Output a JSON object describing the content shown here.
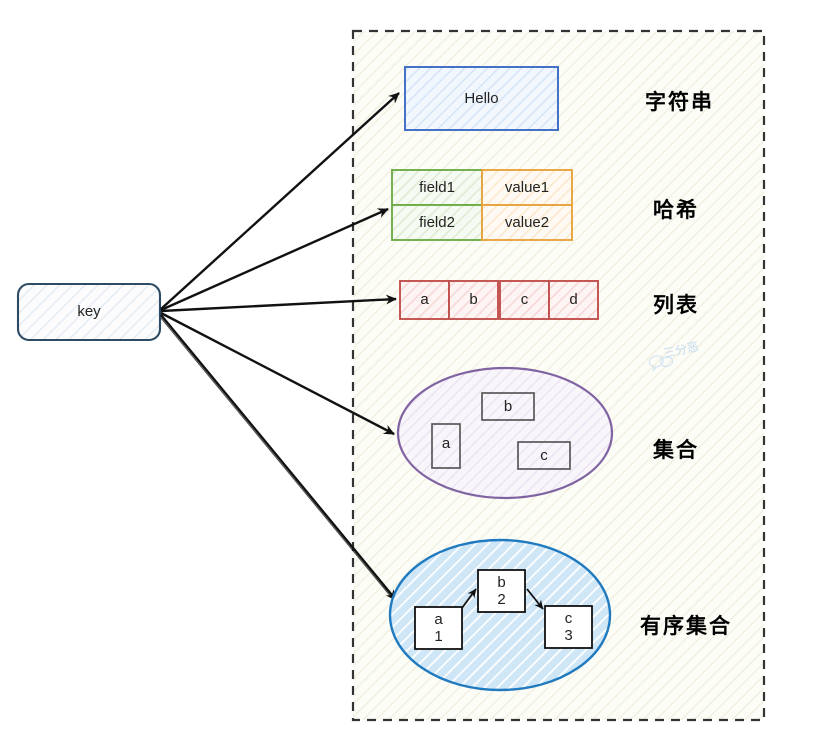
{
  "diagram": {
    "title_hidden": "",
    "key_node": {
      "label": "key"
    },
    "container": {
      "style": "dashed-border"
    },
    "watermark": {
      "text": "三分恶"
    },
    "types": [
      {
        "id": "string",
        "cn_label": "字符串",
        "shape": "rect",
        "color": "#4472c4",
        "fill": "#eaf0fa",
        "values": [
          "Hello"
        ]
      },
      {
        "id": "hash",
        "cn_label": "哈希",
        "shape": "table",
        "field_color": "#70ad47",
        "field_fill": "#eef6e8",
        "value_color": "#e8a33d",
        "value_fill": "#fdf2e3",
        "rows": [
          {
            "field": "field1",
            "value": "value1"
          },
          {
            "field": "field2",
            "value": "value2"
          }
        ]
      },
      {
        "id": "list",
        "cn_label": "列表",
        "shape": "cells",
        "color": "#c0504d",
        "fill": "#fbeceb",
        "values": [
          "a",
          "b",
          "c",
          "d"
        ]
      },
      {
        "id": "set",
        "cn_label": "集合",
        "shape": "ellipse",
        "color": "#8064a2",
        "fill": "#f6f2f8",
        "member_color": "#595959",
        "members": [
          "b",
          "a",
          "c"
        ]
      },
      {
        "id": "zset",
        "cn_label": "有序集合",
        "shape": "ellipse-linked",
        "color": "#1f7ac0",
        "fill": "#cfe6f7",
        "member_color": "#000000",
        "members": [
          {
            "name": "a",
            "score": "1"
          },
          {
            "name": "b",
            "score": "2"
          },
          {
            "name": "c",
            "score": "3"
          }
        ]
      }
    ]
  }
}
